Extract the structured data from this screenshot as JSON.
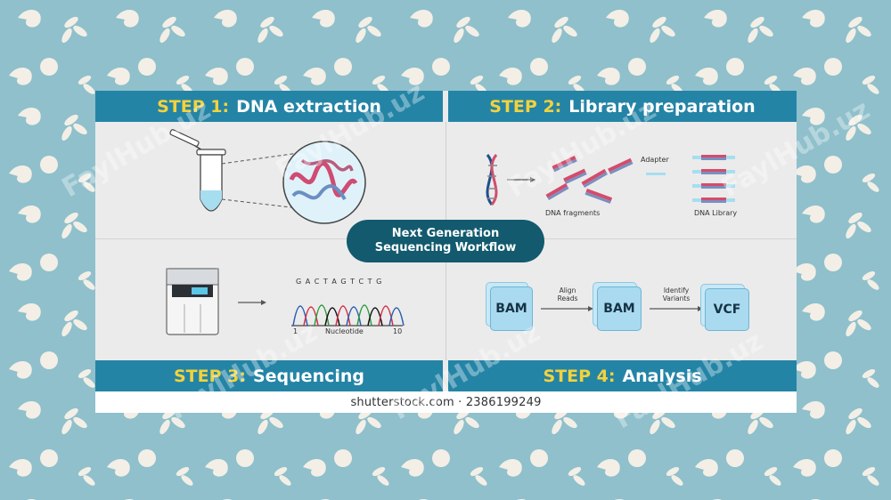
{
  "workflow": {
    "title_line1": "Next Generation",
    "title_line2": "Sequencing Workflow"
  },
  "steps": [
    {
      "number": "STEP 1:",
      "name": "DNA extraction"
    },
    {
      "number": "STEP 2:",
      "name": "Library preparation"
    },
    {
      "number": "STEP 3:",
      "name": "Sequencing"
    },
    {
      "number": "STEP 4:",
      "name": "Analysis"
    }
  ],
  "library": {
    "adapter_label": "Adapter",
    "fragments_label": "DNA fragments",
    "library_label": "DNA Library"
  },
  "sequencing": {
    "sequence": "G A C T A G T C T G",
    "axis_start": "1",
    "axis_label": "Nucleotide",
    "axis_end": "10"
  },
  "analysis": {
    "file1": "BAM",
    "file2": "BAM",
    "file3": "VCF",
    "arrow1_label_line1": "Align",
    "arrow1_label_line2": "Reads",
    "arrow2_label_line1": "Identify",
    "arrow2_label_line2": "Variants"
  },
  "footer": {
    "text": "shutterstock.com · 2386199249"
  },
  "watermark": {
    "text": "FaylHub.uz"
  },
  "colors": {
    "background": "#8fc0cc",
    "step_bar": "#2484a6",
    "step_number": "#f3d23c",
    "center_badge": "#135a6e",
    "file_box": "#a9daf0"
  }
}
